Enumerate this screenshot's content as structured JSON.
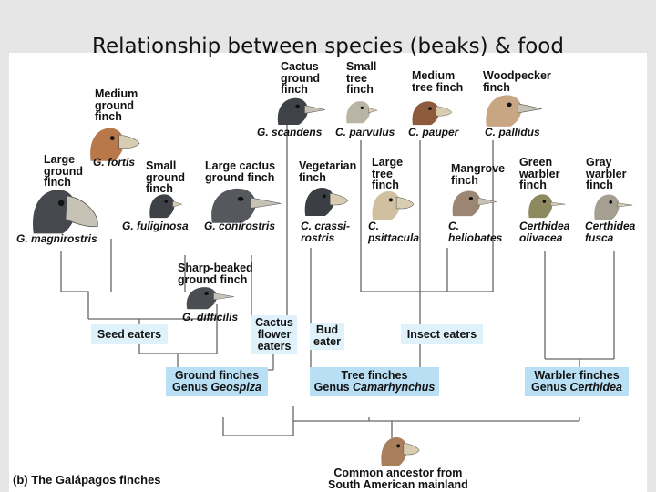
{
  "title": "Relationship between species (beaks) & food",
  "caption": "(b) The Galápagos finches",
  "ancestor_label": "Common ancestor from\nSouth American mainland",
  "species": [
    {
      "id": "cactus-ground",
      "common": "Cactus\nground\nfinch",
      "scientific": "G. scandens",
      "color": "#3f4246"
    },
    {
      "id": "small-tree",
      "common": "Small\ntree\nfinch",
      "scientific": "C. parvulus",
      "color": "#b9b4a6"
    },
    {
      "id": "medium-tree",
      "common": "Medium\ntree finch",
      "scientific": "C. pauper",
      "color": "#8d5a3c"
    },
    {
      "id": "woodpecker",
      "common": "Woodpecker\nfinch",
      "scientific": "C. pallidus",
      "color": "#c8a684"
    },
    {
      "id": "medium-ground",
      "common": "Medium\nground\nfinch",
      "scientific": "G. fortis",
      "color": "#b9784a"
    },
    {
      "id": "large-ground",
      "common": "Large\nground\nfinch",
      "scientific": "G. magnirostris",
      "color": "#45484c"
    },
    {
      "id": "small-ground",
      "common": "Small\nground\nfinch",
      "scientific": "G. fuliginosa",
      "color": "#3e4145"
    },
    {
      "id": "large-cactus",
      "common": "Large cactus\nground finch",
      "scientific": "G. conirostris",
      "color": "#55595e"
    },
    {
      "id": "vegetarian",
      "common": "Vegetarian\nfinch",
      "scientific": "C. crassi-\nrostris",
      "color": "#3b3f44"
    },
    {
      "id": "large-tree",
      "common": "Large\ntree\nfinch",
      "scientific": "C.\npsittacula",
      "color": "#d0c0a0"
    },
    {
      "id": "mangrove",
      "common": "Mangrove\nfinch",
      "scientific": "C.\nheliobates",
      "color": "#9a8672"
    },
    {
      "id": "green-warbler",
      "common": "Green\nwarbler\nfinch",
      "scientific": "Certhidea\nolivacea",
      "color": "#8c8a5e"
    },
    {
      "id": "gray-warbler",
      "common": "Gray\nwarbler\nfinch",
      "scientific": "Certhidea\nfusca",
      "color": "#a59f92"
    },
    {
      "id": "sharp-beaked",
      "common": "Sharp-beaked\nground finch",
      "scientific": "G. difficilis",
      "color": "#4a4d52"
    }
  ],
  "ancestor_color": "#a97e5a",
  "diets": [
    {
      "id": "seed",
      "label": "Seed eaters"
    },
    {
      "id": "cactus",
      "label": "Cactus\nflower\neaters"
    },
    {
      "id": "bud",
      "label": "Bud\neater"
    },
    {
      "id": "insect",
      "label": "Insect eaters"
    }
  ],
  "genera": [
    {
      "id": "geospiza",
      "group": "Ground finches",
      "genus_prefix": "Genus ",
      "genus": "Geospiza"
    },
    {
      "id": "camarhynchus",
      "group": "Tree finches",
      "genus_prefix": "Genus ",
      "genus": "Camarhynchus"
    },
    {
      "id": "certhidea",
      "group": "Warbler finches",
      "genus_prefix": "Genus ",
      "genus": "Certhidea"
    }
  ],
  "colors": {
    "diet_box": "#dff1fb",
    "genus_box": "#b8dff4",
    "tree_line": "#666666",
    "background": "#e6e6e6"
  }
}
